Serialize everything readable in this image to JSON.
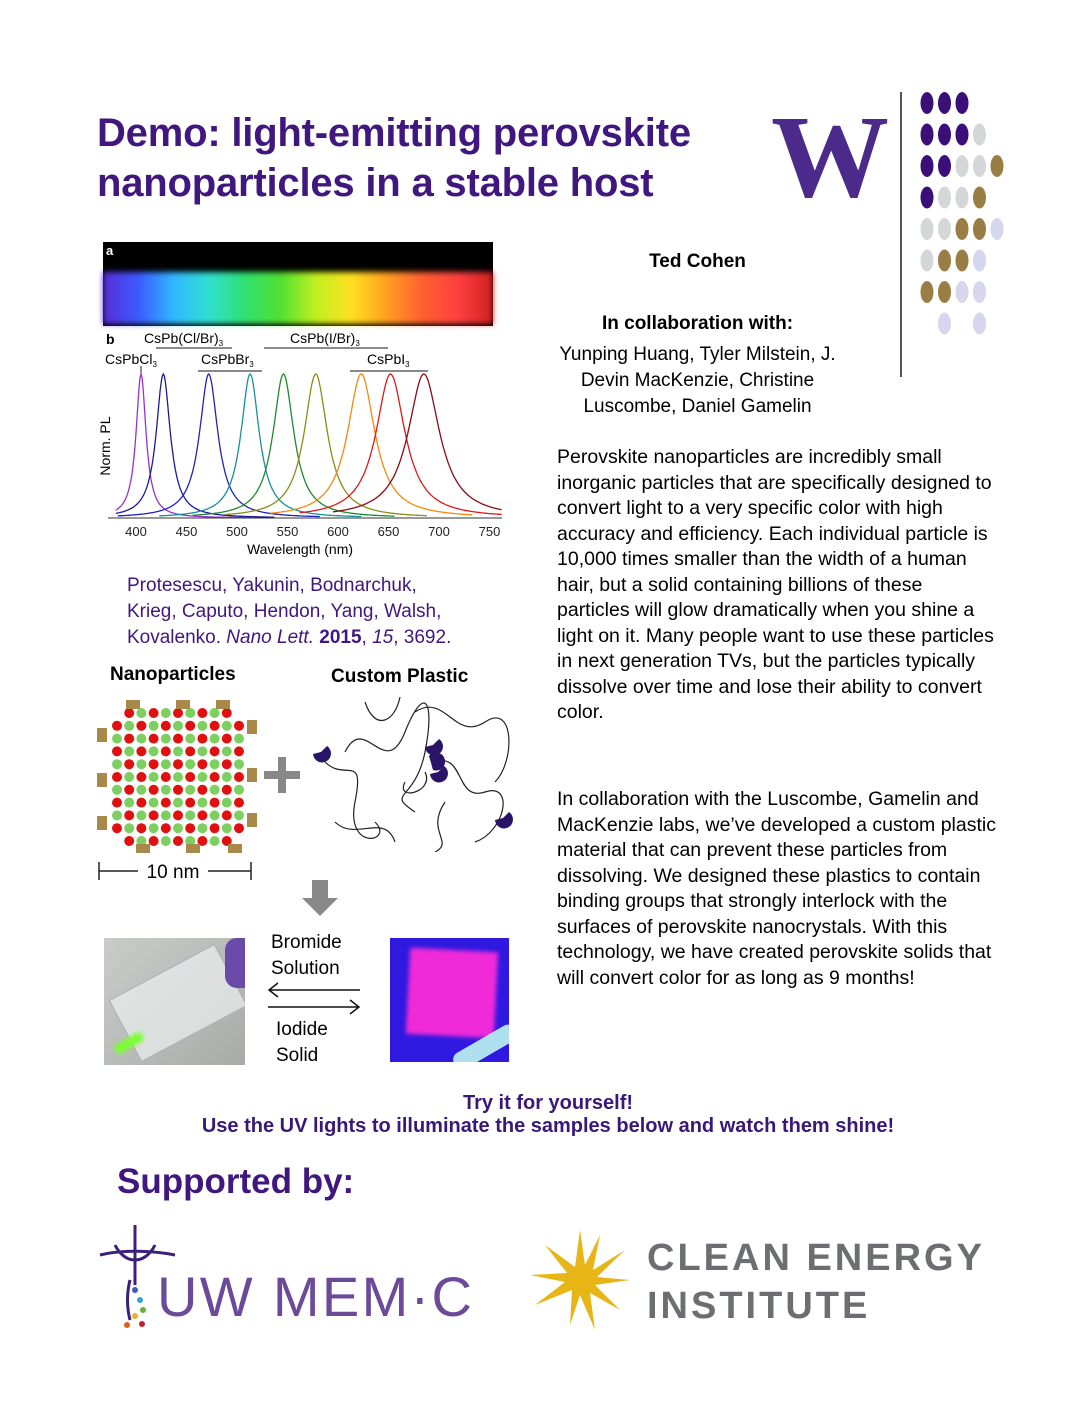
{
  "title": {
    "line1": "Demo: light-emitting perovskite",
    "line2": "nanoparticles in a stable host"
  },
  "logo_letter": "W",
  "author": "Ted Cohen",
  "collaboration": {
    "heading": "In collaboration with:",
    "names": "Yunping Huang, Tyler Milstein, J. Devin MacKenzie, Christine Luscombe, Daniel Gamelin"
  },
  "paragraphs": [
    "Perovskite nanoparticles are incredibly small inorganic particles that are specifically designed to convert light to a very specific color with high accuracy and efficiency. Each individual particle is 10,000 times smaller than the width of a human hair, but a solid containing billions of these particles will glow dramatically when you shine a light on it. Many people want to use these particles in next generation TVs, but the particles typically dissolve over time and lose their ability to convert color.",
    "In collaboration with the Luscombe, Gamelin and MacKenzie labs, we’ve developed a custom plastic material that can prevent these particles from dissolving. We designed these plastics to contain binding groups that strongly interlock with the surfaces of perovskite nanocrystals. With this technology, we have created perovskite solids that will convert color for as long as 9 months!"
  ],
  "figure": {
    "panel_a": "a",
    "panel_b": "b"
  },
  "chart_data": {
    "type": "line",
    "title": "",
    "xlabel": "Wavelength (nm)",
    "ylabel": "Norm. PL",
    "xlim": [
      375,
      760
    ],
    "ylim": [
      0,
      1
    ],
    "xticks": [
      400,
      450,
      500,
      550,
      600,
      650,
      700,
      750
    ],
    "series": [
      {
        "name": "CsPbCl3",
        "peak": 405,
        "fwhm": 12,
        "color": "#9b30d0"
      },
      {
        "name": "",
        "peak": 427,
        "fwhm": 17,
        "color": "#1a1a9a"
      },
      {
        "name": "",
        "peak": 472,
        "fwhm": 22,
        "color": "#2222bb"
      },
      {
        "name": "CsPbBr3",
        "peak": 513,
        "fwhm": 22,
        "color": "#188f9a"
      },
      {
        "name": "",
        "peak": 546,
        "fwhm": 25,
        "color": "#1f8a2a"
      },
      {
        "name": "",
        "peak": 578,
        "fwhm": 28,
        "color": "#8c8c1a"
      },
      {
        "name": "",
        "peak": 623,
        "fwhm": 33,
        "color": "#f08a10"
      },
      {
        "name": "",
        "peak": 652,
        "fwhm": 35,
        "color": "#e01818"
      },
      {
        "name": "CsPbI3",
        "peak": 685,
        "fwhm": 38,
        "color": "#8a0a18"
      }
    ],
    "annotations": {
      "clbr": "CsPb(Cl/Br)",
      "ibr": "CsPb(I/Br)",
      "cl": "CsPbCl",
      "br": "CsPbBr",
      "i": "CsPbI",
      "sub": "3"
    }
  },
  "citation": {
    "authors1": "Protesescu, Yakunin, Bodnarchuk,",
    "authors2": "Krieg, Caputo, Hendon, Yang, Walsh,",
    "authors3": "Kovalenko.",
    "journal": "Nano Lett.",
    "year": "2015",
    "volume": "15",
    "page": "3692."
  },
  "diagram": {
    "nanoparticles": "Nanoparticles",
    "custom_plastic": "Custom Plastic",
    "scale": "10 nm",
    "bromide": "Bromide",
    "solution": "Solution",
    "iodide": "Iodide",
    "solid": "Solid"
  },
  "call_to_action": {
    "line1": "Try it for yourself!",
    "line2": "Use the UV lights to illuminate the samples below and watch them shine!"
  },
  "supported_by": "Supported by:",
  "sponsors": {
    "memc": "UW MEM·C",
    "cei1": "CLEAN ENERGY",
    "cei2": "INSTITUTE"
  },
  "colors": {
    "purple": "#40177f",
    "gold": "#9a7d45",
    "gray": "#d4d6d8",
    "lavender": "#d6d6ee"
  }
}
